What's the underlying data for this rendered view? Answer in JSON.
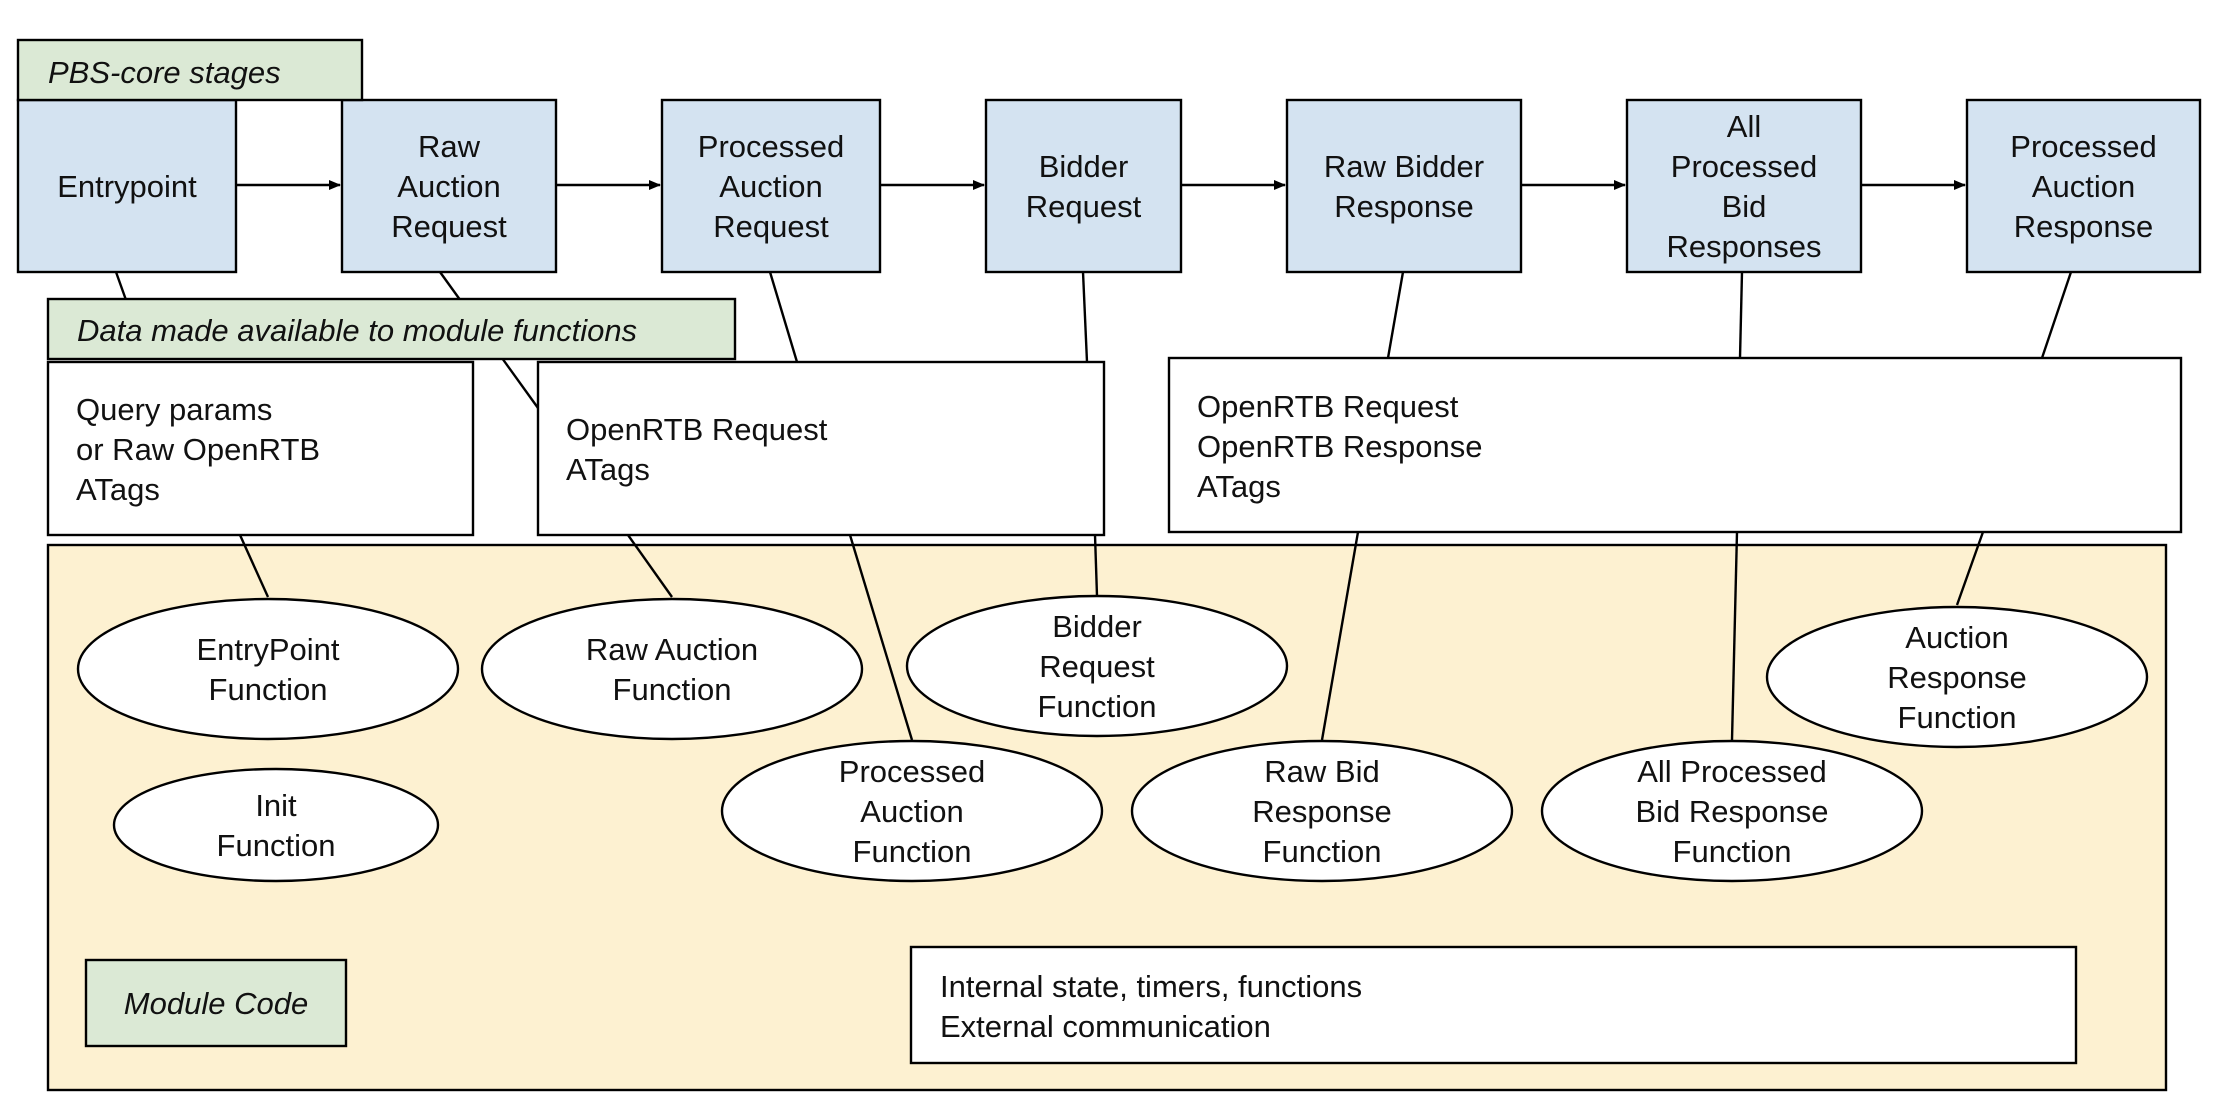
{
  "colors": {
    "stage_fill": "#d4e3f1",
    "label_tag_fill": "#dbe9d5",
    "module_area_fill": "#fdf1d1",
    "white": "#ffffff",
    "stroke": "#000000"
  },
  "labels": {
    "stages_tag": "PBS-core stages",
    "data_tag": "Data made available to module functions",
    "module_tag": "Module Code"
  },
  "stages": [
    {
      "id": "entrypoint",
      "lines": [
        "Entrypoint"
      ]
    },
    {
      "id": "raw-auction-request",
      "lines": [
        "Raw",
        "Auction",
        "Request"
      ]
    },
    {
      "id": "processed-auction-request",
      "lines": [
        "Processed",
        "Auction",
        "Request"
      ]
    },
    {
      "id": "bidder-request",
      "lines": [
        "Bidder",
        "Request"
      ]
    },
    {
      "id": "raw-bidder-response",
      "lines": [
        "Raw Bidder",
        "Response"
      ]
    },
    {
      "id": "all-processed-bid-responses",
      "lines": [
        "All",
        "Processed",
        "Bid",
        "Responses"
      ]
    },
    {
      "id": "processed-auction-response",
      "lines": [
        "Processed",
        "Auction",
        "Response"
      ]
    }
  ],
  "data_boxes": [
    {
      "id": "entry-data",
      "lines": [
        "Query params",
        "    or Raw OpenRTB",
        "ATags"
      ]
    },
    {
      "id": "request-data",
      "lines": [
        "OpenRTB Request",
        "ATags"
      ]
    },
    {
      "id": "response-data",
      "lines": [
        "OpenRTB Request",
        "OpenRTB Response",
        "ATags"
      ]
    }
  ],
  "functions": [
    {
      "id": "entrypoint-function",
      "lines": [
        "EntryPoint",
        "Function"
      ]
    },
    {
      "id": "raw-auction-function",
      "lines": [
        "Raw Auction",
        "Function"
      ]
    },
    {
      "id": "bidder-request-function",
      "lines": [
        "Bidder",
        "Request",
        "Function"
      ]
    },
    {
      "id": "auction-response-function",
      "lines": [
        "Auction",
        "Response",
        "Function"
      ]
    },
    {
      "id": "init-function",
      "lines": [
        "Init",
        "Function"
      ]
    },
    {
      "id": "processed-auction-function",
      "lines": [
        "Processed",
        "Auction",
        "Function"
      ]
    },
    {
      "id": "raw-bid-response-function",
      "lines": [
        "Raw Bid",
        "Response",
        "Function"
      ]
    },
    {
      "id": "all-processed-bid-response-function",
      "lines": [
        "All Processed",
        "Bid Response",
        "Function"
      ]
    }
  ],
  "internal_box": {
    "lines": [
      "Internal state, timers, functions",
      "External communication"
    ]
  }
}
